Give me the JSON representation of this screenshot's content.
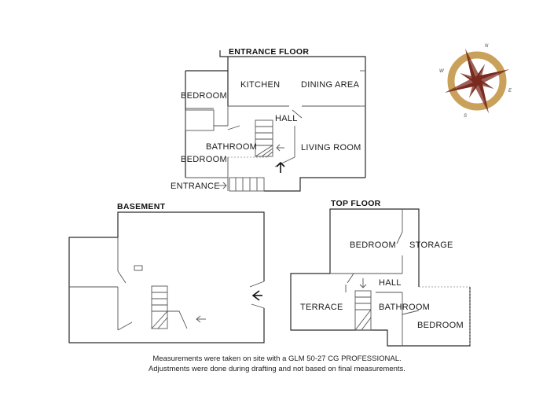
{
  "floors": {
    "entrance": {
      "title": "ENTRANCE FLOOR",
      "rooms": {
        "kitchen": "KITCHEN",
        "dining": "DINING AREA",
        "bedroom_top": "BEDROOM",
        "hall": "HALL",
        "bathroom": "BATHROOM",
        "living": "LIVING ROOM",
        "bedroom_bottom": "BEDROOM",
        "entrance": "ENTRANCE"
      }
    },
    "basement": {
      "title": "BASEMENT"
    },
    "top": {
      "title": "TOP FLOOR",
      "rooms": {
        "bedroom": "BEDROOM",
        "storage": "STORAGE",
        "hall": "HALL",
        "terrace": "TERRACE",
        "bathroom": "BATHROOM",
        "bedroom2": "BEDROOM"
      }
    }
  },
  "compass": {
    "n": "N",
    "e": "E",
    "s": "S",
    "w": "W",
    "ring_color": "#c9a15a",
    "star_color": "#7a2a1e"
  },
  "notes": {
    "line1": "Measurements were taken on site with a GLM 50-27 CG PROFESSIONAL.",
    "line2": "Adjustments were done during drafting and not based on final measurements."
  }
}
